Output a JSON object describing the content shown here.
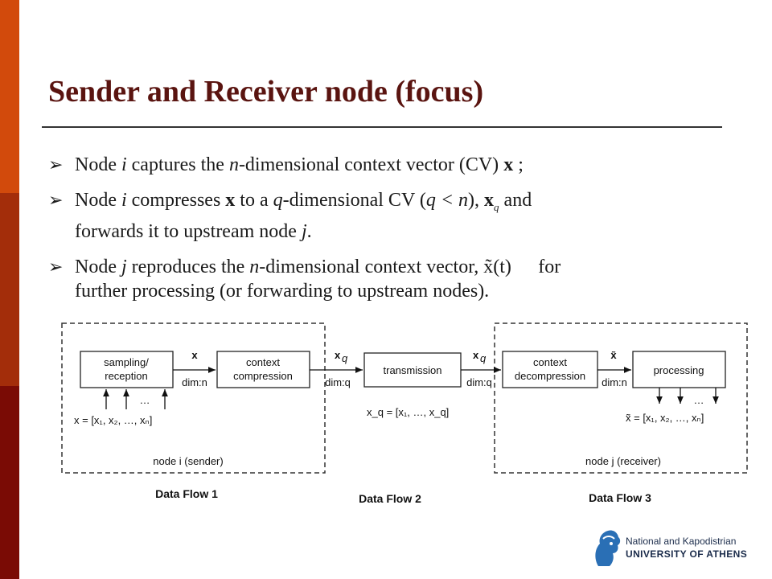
{
  "title": "Sender and Receiver node (focus)",
  "bullets": [
    {
      "p1": "Node ",
      "i": "i",
      "p2": " captures the ",
      "n": "n",
      "p3": "-dimensional context vector (CV) ",
      "x": "x",
      "p4": " ;"
    },
    {
      "p1": "Node ",
      "i": "i",
      "p2": " compresses ",
      "x": "x",
      "p3": " to a ",
      "q": "q",
      "p4": "-dimensional CV (",
      "cond": "q < n",
      "p5": "), ",
      "xq": "x",
      "sub": "q",
      "p6": " and",
      "line2": "forwards it to upstream node ",
      "j": "j",
      "end": "."
    },
    {
      "p1": "Node ",
      "j": "j",
      "p2": " reproduces the ",
      "n": "n",
      "p3": "-dimensional context vector, ",
      "xt": "x̃(t)",
      "p4": " for",
      "line2": "further processing (or forwarding to upstream nodes)."
    }
  ],
  "diagram": {
    "boxes": {
      "sampling": "sampling/",
      "reception": "reception",
      "context1": "context",
      "compression": "compression",
      "transmission": "transmission",
      "context2": "context",
      "decompression": "decompression",
      "processing": "processing"
    },
    "labels": {
      "x": "x",
      "dim_n": "dim:n",
      "xq": "x",
      "q": "q",
      "dim_q": "dim:q",
      "x_tilde": "x̃",
      "ellipsis": "…",
      "x_vec": "x = [x₁, x₂, …, xₙ]",
      "xq_vec": "x_q = [x₁, …, x_q]",
      "xt_vec": "x̃ = [x₁, x₂, …, xₙ]",
      "node_i": "node i (sender)",
      "node_j": "node j (receiver)"
    },
    "flows": [
      "Data Flow 1",
      "Data Flow 2",
      "Data Flow 3"
    ]
  },
  "logo": {
    "line1": "National and Kapodistrian",
    "line2": "UNIVERSITY OF ATHENS",
    "color": "#2a6fb5"
  }
}
